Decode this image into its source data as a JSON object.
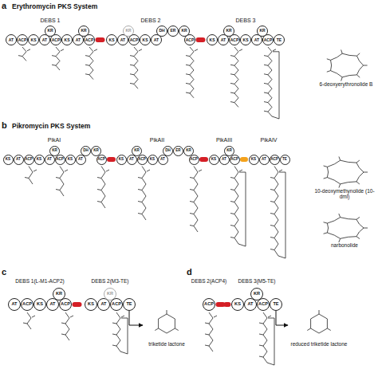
{
  "diagram": {
    "nodes": [
      {
        "text": [
          "AT"
        ]
      },
      {
        "text": [
          "ACP"
        ]
      },
      {
        "text": [
          "KS"
        ]
      },
      {
        "text": [
          "AT"
        ]
      },
      {
        "text": [
          "KR"
        ]
      },
      {
        "text": [
          "ACP"
        ]
      },
      {
        "text": [
          "KS"
        ]
      },
      {
        "text": [
          "AT"
        ]
      },
      {
        "text": [
          "KR"
        ]
      },
      {
        "text": [
          "ACP"
        ]
      },
      {
        "text": [
          "KS"
        ]
      },
      {
        "text": [
          "AT"
        ]
      },
      {
        "text": [
          "KR"
        ]
      },
      {
        "text": [
          "ACP"
        ]
      },
      {
        "text": [
          "KS"
        ]
      },
      {
        "text": [
          "AT"
        ]
      },
      {
        "text": [
          "DH"
        ]
      },
      {
        "text": [
          "ER"
        ]
      },
      {
        "text": [
          "KR"
        ]
      },
      {
        "text": [
          "ACP"
        ]
      },
      {
        "text": [
          "KS"
        ]
      },
      {
        "text": [
          "AT"
        ]
      },
      {
        "text": [
          "KR"
        ]
      },
      {
        "text": [
          "ACP"
        ]
      },
      {
        "text": [
          "KS"
        ]
      },
      {
        "text": [
          "AT"
        ]
      },
      {
        "text": [
          "KR"
        ]
      },
      {
        "text": [
          "ACP"
        ]
      },
      {
        "text": [
          "TE"
        ]
      },
      {
        "text": [
          "6-deoxyerythronolide B"
        ]
      },
      {
        "text": [
          "KS"
        ]
      },
      {
        "text": [
          "AT"
        ]
      },
      {
        "text": [
          "ACP"
        ]
      },
      {
        "text": [
          "KS"
        ]
      },
      {
        "text": [
          "AT"
        ]
      },
      {
        "text": [
          "KR"
        ]
      },
      {
        "text": [
          "ACP"
        ]
      },
      {
        "text": [
          "KS"
        ]
      },
      {
        "text": [
          "AT"
        ]
      },
      {
        "text": [
          "DH"
        ]
      },
      {
        "text": [
          "KR"
        ]
      },
      {
        "text": [
          "ACP"
        ]
      },
      {
        "text": [
          "KS"
        ]
      },
      {
        "text": [
          "AT"
        ]
      },
      {
        "text": [
          "KR"
        ]
      },
      {
        "text": [
          "ACP"
        ]
      },
      {
        "text": [
          "KS"
        ]
      },
      {
        "text": [
          "AT"
        ]
      },
      {
        "text": [
          "DH"
        ]
      },
      {
        "text": [
          "ER"
        ]
      },
      {
        "text": [
          "KR"
        ]
      },
      {
        "text": [
          "ACP"
        ]
      },
      {
        "text": [
          "KS"
        ]
      },
      {
        "text": [
          "AT"
        ]
      },
      {
        "text": [
          "KR"
        ]
      },
      {
        "text": [
          "ACP"
        ]
      },
      {
        "text": [
          "KS"
        ]
      },
      {
        "text": [
          "AT"
        ]
      },
      {
        "text": [
          "ACP"
        ]
      },
      {
        "text": [
          "TE"
        ]
      },
      {
        "text": [
          "10-deoxymethynolide (10-dml)"
        ]
      },
      {
        "text": [
          "narbonolide"
        ]
      },
      {
        "text": [
          "AT"
        ]
      },
      {
        "text": [
          "ACP"
        ]
      },
      {
        "text": [
          "KS"
        ]
      },
      {
        "text": [
          "AT"
        ]
      },
      {
        "text": [
          "KR"
        ]
      },
      {
        "text": [
          "ACP"
        ]
      },
      {
        "text": [
          "KS"
        ]
      },
      {
        "text": [
          "AT"
        ]
      },
      {
        "text": [
          "KR"
        ]
      },
      {
        "text": [
          "ACP"
        ]
      },
      {
        "text": [
          "TE"
        ]
      },
      {
        "text": [
          "triketide lactone"
        ]
      },
      {
        "text": [
          "ACP"
        ]
      },
      {
        "text": [
          "KS"
        ]
      },
      {
        "text": [
          "AT"
        ]
      },
      {
        "text": [
          "KR"
        ]
      },
      {
        "text": [
          "ACP"
        ]
      },
      {
        "text": [
          "TE"
        ]
      },
      {
        "text": [
          "reduced triketide lactone"
        ]
      }
    ],
    "edges": [
      {
        "from": 9,
        "to": 10,
        "arrow": "none"
      },
      {
        "from": 19,
        "to": 20,
        "arrow": "none"
      },
      {
        "from": 41,
        "to": 42,
        "arrow": "none"
      },
      {
        "from": 51,
        "to": 52,
        "arrow": "none"
      },
      {
        "from": 55,
        "to": 56,
        "arrow": "none"
      },
      {
        "from": 67,
        "to": 68,
        "arrow": "none"
      },
      {
        "from": 74,
        "to": 75,
        "arrow": "none"
      },
      {
        "from": 72,
        "to": 73,
        "arrow": "to"
      },
      {
        "from": 79,
        "to": 80,
        "arrow": "to"
      }
    ],
    "labels": [
      "a",
      "Erythromycin PKS System",
      "DEBS 1",
      "DEBS 2",
      "DEBS 3",
      "b",
      "Pikromycin PKS System",
      "PikAI",
      "PikAII",
      "PikAIII",
      "PikAIV",
      "c",
      "DEBS 1(L-M1-ACP2)",
      "DEBS 2(M3-TE)",
      "d",
      "DEBS 2(ACP4)",
      "DEBS 3(M5-TE)"
    ]
  }
}
